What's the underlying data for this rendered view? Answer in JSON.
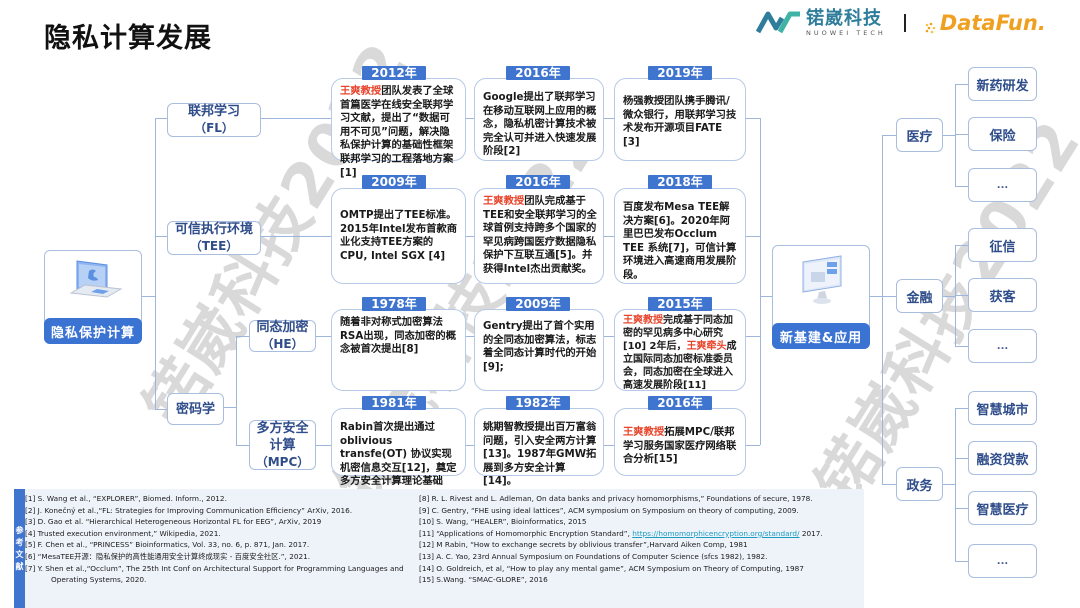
{
  "title": "隐私计算发展",
  "logos": {
    "nuowei_cn": "锘崴科技",
    "nuowei_en": "NUOWEI TECH",
    "datafun": "DataFun."
  },
  "colors": {
    "accent_blue": "#3f74cf",
    "node_text": "#2f4d8a",
    "highlight_red": "#e8452c",
    "connector": "#9fb6dc",
    "datafun_orange": "#f0a020",
    "nuowei_teal": "#2e7d9a"
  },
  "root": {
    "label": "隐私保护计算",
    "icon": "laptop-icon"
  },
  "branches": {
    "fl": {
      "line1": "联邦学习",
      "line2": "（FL）"
    },
    "tee": {
      "line1": "可信执行环境",
      "line2": "（TEE）"
    },
    "crypto": {
      "label": "密码学"
    },
    "he": {
      "line1": "同态加密",
      "line2": "（HE）"
    },
    "mpc": {
      "line1": "多方安全",
      "line2": "计算",
      "line3": "（MPC）"
    }
  },
  "timeline": {
    "fl": [
      {
        "year": "2012年",
        "highlight": "王爽教授",
        "text": "团队发表了全球首篇医学在线安全联邦学习文献，提出了“数据可用不可见”问题，解决隐私保护计算的基础性框架联邦学习的工程落地方案[1]"
      },
      {
        "year": "2016年",
        "highlight": "",
        "text": "Google提出了联邦学习在移动互联网上应用的概念，隐私机密计算技术被完全认可并进入快速发展阶段[2]"
      },
      {
        "year": "2019年",
        "highlight": "",
        "text": "杨强教授团队携手腾讯/微众银行，用联邦学习技术发布开源项目FATE [3]"
      }
    ],
    "tee": [
      {
        "year": "2009年",
        "highlight": "",
        "text": "OMTP提出了TEE标准。2015年Intel发布首款商业化支持TEE方案的CPU, Intel SGX [4]"
      },
      {
        "year": "2016年",
        "highlight": "王爽教授",
        "text": "团队完成基于TEE和安全联邦学习的全球首例支持跨多个国家的罕见病跨国医疗数据隐私保护下互联互通[5]。并获得Intel杰出贡献奖。"
      },
      {
        "year": "2018年",
        "highlight": "",
        "text": "百度发布Mesa TEE解决方案[6]。2020年阿里巴巴发布Occlum TEE 系统[7]，可信计算环境进入高速商用发展阶段。"
      }
    ],
    "he": [
      {
        "year": "1978年",
        "highlight": "",
        "text": "随着非对称式加密算法RSA出现，同态加密的概念被首次提出[8]"
      },
      {
        "year": "2009年",
        "highlight": "",
        "text": "Gentry提出了首个实用的全同态加密算法，标志着全同态计算时代的开始[9];"
      },
      {
        "year": "2015年",
        "highlight": "王爽教授",
        "text_a": "完成基于同态加密的罕见病多中心研究[10] 2年后，",
        "highlight_b": "王爽牵头",
        "text_b": "成立国际同态加密标准委员会，同态加密在全球进入高速发展阶段[11]"
      }
    ],
    "mpc": [
      {
        "year": "1981年",
        "highlight": "",
        "text": "Rabin首次提出通过 oblivious transfe(OT) 协议实现机密信息交互[12]，奠定多方安全计算理论基础"
      },
      {
        "year": "1982年",
        "highlight": "",
        "text": "姚期智教授提出百万富翁问题，引入安全两方计算[13]。1987年GMW拓展到多方安全计算[14]。"
      },
      {
        "year": "2016年",
        "highlight": "王爽教授",
        "text": "拓展MPC/联邦学习服务国家医疗网络联合分析[15]"
      }
    ]
  },
  "apps": {
    "hub": {
      "label": "新基建&应用",
      "icon": "monitor-icon"
    },
    "categories": [
      {
        "label": "医疗",
        "leaves": [
          "新药研发",
          "保险",
          "..."
        ]
      },
      {
        "label": "金融",
        "leaves": [
          "征信",
          "获客",
          "..."
        ]
      },
      {
        "label": "政务",
        "leaves": [
          "智慧城市",
          "融资贷款",
          "智慧医疗",
          "..."
        ]
      }
    ]
  },
  "references": {
    "tab_label": [
      "参",
      "考",
      "文",
      "献"
    ],
    "left": [
      "[1] S. Wang et al., “EXPLORER”, Biomed. Inform., 2012.",
      "[2] J. Konečný et al.,“FL: Strategies for Improving Communication Efficiency” ArXiv, 2016.",
      "[3] D. Gao et al. “Hierarchical Heterogeneous Horizontal FL for EEG”, ArXiv, 2019",
      "[4] Trusted execution environment,” Wikipedia, 2021.",
      "[5] F. Chen et al., “PRINCESS” Bioinformatics, Vol. 33, no. 6, p. 871, Jan. 2017.",
      "[6] “MesaTEE开源：隐私保护的高性能通用安全计算终成现实 - 百度安全社区.”, 2021.",
      "[7] Y. Shen et al.,“Occlum”, The 25th Int Conf on Architectural Support for Programming Languages and",
      "Operating Systems, 2020."
    ],
    "right": [
      "[8] R. L. Rivest and L. Adleman, On data banks and privacy homomorphisms,” Foundations of secure, 1978.",
      "[9] C. Gentry, “FHE using ideal lattices”, ACM symposium on Symposium on theory of computing,  2009.",
      "[10] S. Wang, “HEALER”, Bioinformatics, 2015",
      "[11] “Applications of Homomorphic Encryption Standard”, ",
      "[12] M Rabin, “How to exchange secrets by oblivious transfer”,Harvard Aiken Comp, 1981",
      "[13] A. C. Yao, 23rd Annual Symposium on Foundations of Computer Science (sfcs 1982), 1982.",
      "[14] O. Goldreich, et al, “How to play any mental game”, ACM Symposium on Theory of Computing, 1987",
      "[15] S.Wang. “SMAC-GLORE”, 2016"
    ],
    "ref11_link": "https://homomorphicencryption.org/standard/",
    "ref11_tail": " 2017."
  },
  "watermark": "锘崴科技2022"
}
